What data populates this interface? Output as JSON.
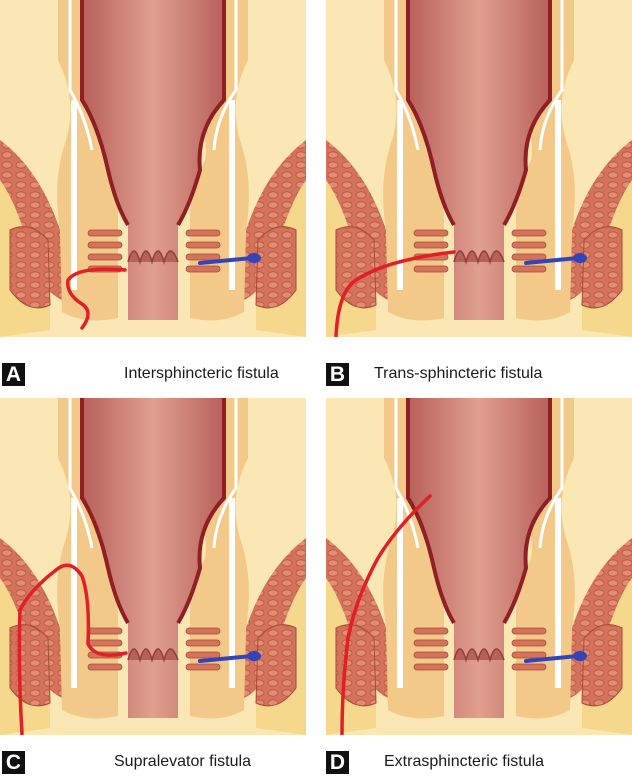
{
  "panels": [
    {
      "letter": "A",
      "caption": "Intersphincteric fistula"
    },
    {
      "letter": "B",
      "caption": "Trans-sphincteric fistula"
    },
    {
      "letter": "C",
      "caption": "Supralevator fistula"
    },
    {
      "letter": "D",
      "caption": "Extrasphincteric fistula"
    }
  ],
  "colors": {
    "background": "#fbe7b4",
    "fat": "#f6d88d",
    "muscle": "#d4735b",
    "lumen": "#c67666",
    "mucosa_line": "#8f1f23",
    "fistula_tract": "#e21e26",
    "seton_band": "#3344b8"
  }
}
